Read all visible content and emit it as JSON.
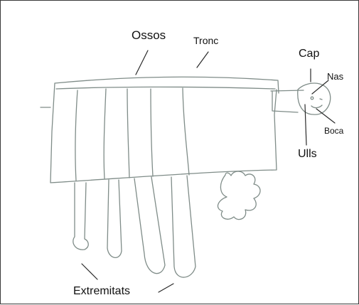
{
  "labels": {
    "ossos": "Ossos",
    "tronc": "Tronc",
    "cap": "Cap",
    "nas": "Nas",
    "boca": "Boca",
    "ulls": "Ulls",
    "extremitats": "Extremitats"
  },
  "colors": {
    "sketch": "#7f8c88",
    "leader": "#2a2a2a",
    "text": "#111111",
    "border": "#3a3a3a"
  }
}
